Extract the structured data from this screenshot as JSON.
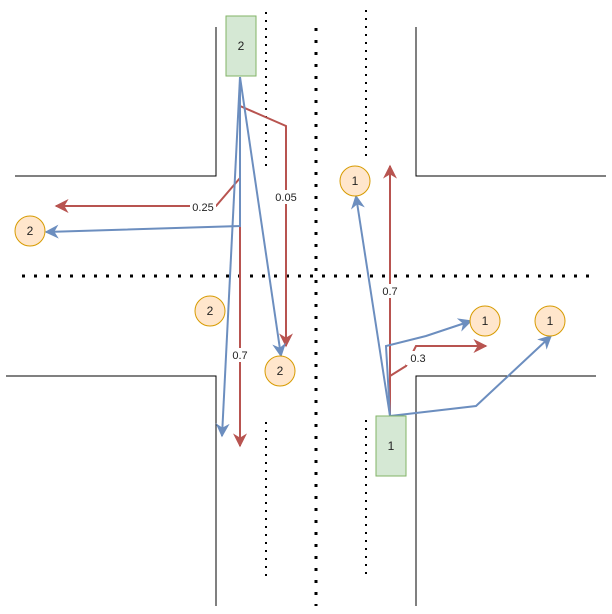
{
  "vehicles": [
    {
      "id": "vehicle-2",
      "label": "2",
      "fill": "#d5e8d4",
      "stroke": "#82b366"
    },
    {
      "id": "vehicle-1",
      "label": "1",
      "fill": "#d5e8d4",
      "stroke": "#82b366"
    }
  ],
  "markers": [
    {
      "id": "marker-2-left",
      "label": "2"
    },
    {
      "id": "marker-2-center",
      "label": "2"
    },
    {
      "id": "marker-2-bottom",
      "label": "2"
    },
    {
      "id": "marker-1-top",
      "label": "1"
    },
    {
      "id": "marker-1-right-a",
      "label": "1"
    },
    {
      "id": "marker-1-right-b",
      "label": "1"
    }
  ],
  "marker_style": {
    "fill": "#ffe6cc",
    "stroke": "#d79b00"
  },
  "probabilities": {
    "v2_left": "0.25",
    "v2_turn": "0.05",
    "v2_straight": "0.7",
    "v1_straight": "0.7",
    "v1_right": "0.3"
  },
  "colors": {
    "red_arrow": "#b85450",
    "blue_arrow": "#6c8ebf",
    "road": "#000000"
  }
}
